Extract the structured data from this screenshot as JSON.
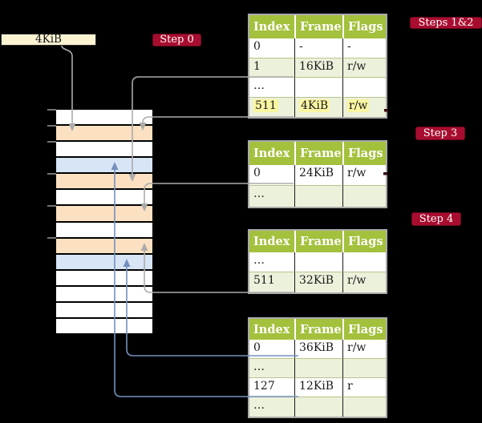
{
  "colors": {
    "background": "#000000",
    "frame_orange": "#FBE0C1",
    "frame_blue": "#D8E5F6",
    "frame_white": "#FFFFFF",
    "cell_green": "#ECF1DB",
    "header_green": "#A3C13C",
    "badge_red": "#A80D2F",
    "box_cream": "#FCF3D3",
    "highlight_yellow": "#FBF6A2",
    "line_gray": "#ABABAB",
    "line_blue": "#7590BE",
    "text_dark": "#1A1A1A",
    "border_gray": "#ABABAB",
    "tick_gray": "#9B9B9B",
    "row_sep_green": "#B9C48A",
    "dash_dark": "#3A0D12"
  },
  "pointer_box": {
    "label": "4KiB"
  },
  "badges": {
    "step0": "Step 0",
    "steps12": "Steps 1&2",
    "step3": "Step 3",
    "step4": "Step 4"
  },
  "memory": {
    "rows": [
      "white",
      "orange",
      "white",
      "blue",
      "orange",
      "white",
      "orange",
      "white",
      "orange",
      "blue",
      "white",
      "white",
      "white",
      "white"
    ]
  },
  "tables": [
    {
      "id": "t1",
      "headers": [
        "Index",
        "Frame",
        "Flags"
      ],
      "rows": [
        {
          "cells": [
            "0",
            "-",
            "-"
          ],
          "shade": false,
          "highlight": false
        },
        {
          "cells": [
            "1",
            "16KiB",
            "r/w"
          ],
          "shade": true,
          "highlight": false
        },
        {
          "cells": [
            "…",
            "",
            ""
          ],
          "shade": false,
          "highlight": false
        },
        {
          "cells": [
            "511",
            "4KiB",
            "r/w"
          ],
          "shade": true,
          "highlight": true
        }
      ]
    },
    {
      "id": "t2",
      "headers": [
        "Index",
        "Frame",
        "Flags"
      ],
      "rows": [
        {
          "cells": [
            "0",
            "24KiB",
            "r/w"
          ],
          "shade": false,
          "highlight": false
        },
        {
          "cells": [
            "…",
            "",
            ""
          ],
          "shade": true,
          "highlight": false
        }
      ]
    },
    {
      "id": "t3",
      "headers": [
        "Index",
        "Frame",
        "Flags"
      ],
      "rows": [
        {
          "cells": [
            "…",
            "",
            ""
          ],
          "shade": false,
          "highlight": false
        },
        {
          "cells": [
            "511",
            "32KiB",
            "r/w"
          ],
          "shade": true,
          "highlight": false
        }
      ]
    },
    {
      "id": "t4",
      "headers": [
        "Index",
        "Frame",
        "Flags"
      ],
      "rows": [
        {
          "cells": [
            "0",
            "36KiB",
            "r/w"
          ],
          "shade": false,
          "highlight": false
        },
        {
          "cells": [
            "…",
            "",
            ""
          ],
          "shade": true,
          "highlight": false
        },
        {
          "cells": [
            "127",
            "12KiB",
            "r"
          ],
          "shade": false,
          "highlight": false
        },
        {
          "cells": [
            "…",
            "",
            ""
          ],
          "shade": true,
          "highlight": false
        }
      ]
    }
  ]
}
